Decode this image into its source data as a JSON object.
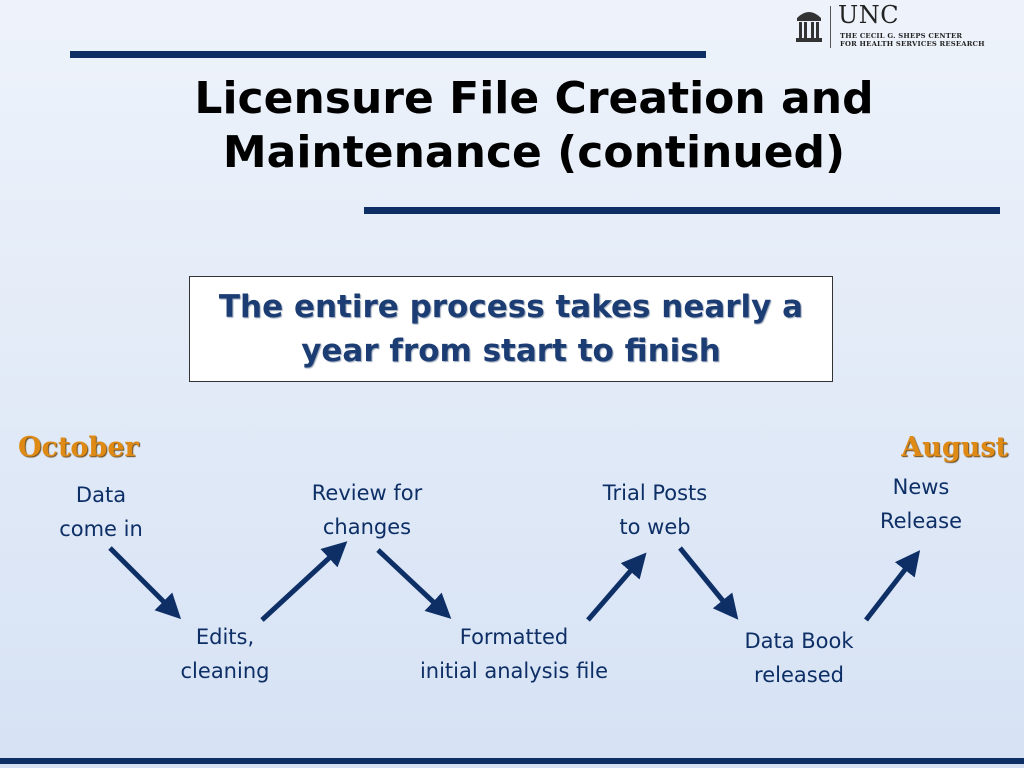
{
  "slide": {
    "title": "Licensure File Creation and Maintenance (continued)",
    "callout": "The entire process takes nearly a year from start to finish"
  },
  "logo": {
    "name": "UNC",
    "subtitle_line1": "THE CECIL G. SHEPS CENTER",
    "subtitle_line2": "FOR HEALTH SERVICES RESEARCH"
  },
  "timeline": {
    "start_label": "October",
    "end_label": "August",
    "steps": [
      {
        "label": "Data\ncome in"
      },
      {
        "label": "Edits,\ncleaning"
      },
      {
        "label": "Review for\nchanges"
      },
      {
        "label": "Formatted\ninitial analysis file"
      },
      {
        "label": "Trial Posts\nto web"
      },
      {
        "label": "Data Book\nreleased"
      },
      {
        "label": "News\nRelease"
      }
    ]
  },
  "colors": {
    "rule": "#0d2f66",
    "month": "#e08a16",
    "step_text": "#0d2f66",
    "callout_text": "#1c3d73"
  }
}
